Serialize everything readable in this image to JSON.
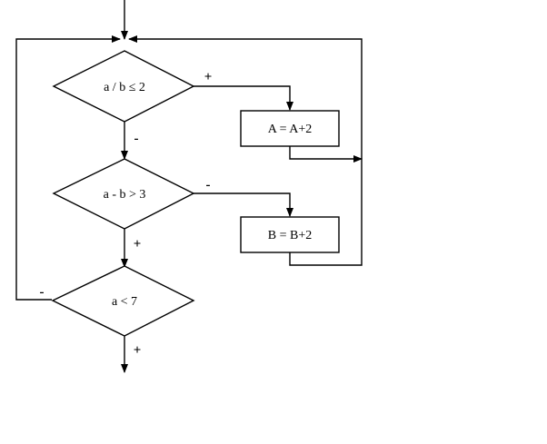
{
  "diagram": {
    "nodes": {
      "cond1": {
        "label": "a / b ≤ 2"
      },
      "box_a": {
        "label": "A = A+2"
      },
      "cond2": {
        "label": "a - b > 3"
      },
      "box_b": {
        "label": "B = B+2"
      },
      "cond3": {
        "label": "a < 7"
      }
    },
    "edges": {
      "cond1_yes": "+",
      "cond1_no": "-",
      "cond2_no": "-",
      "cond2_yes": "+",
      "cond3_no": "-",
      "cond3_yes": "+"
    },
    "colors": {
      "stroke": "#000000",
      "background": "#ffffff"
    }
  }
}
